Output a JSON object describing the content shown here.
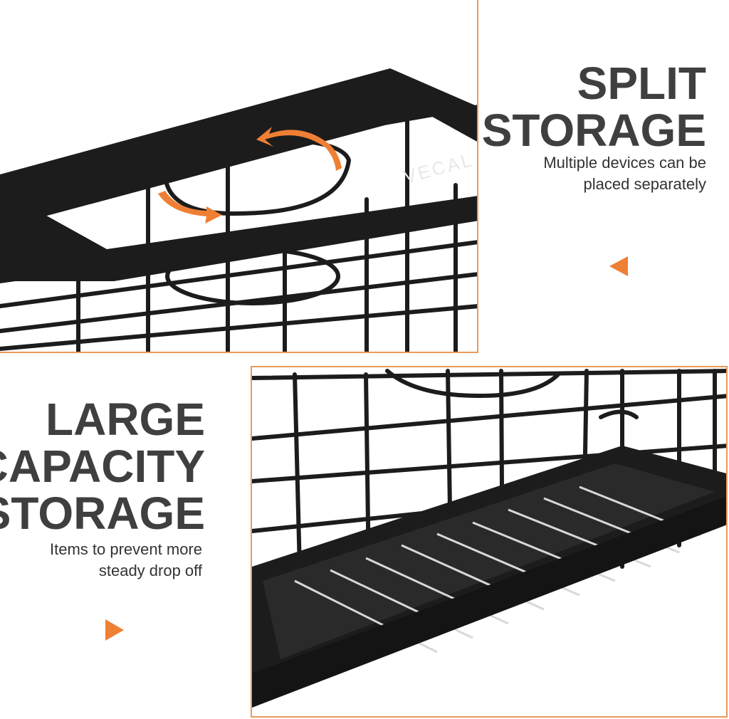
{
  "sections": [
    {
      "heading_lines": [
        "SPLIT",
        "STORAGE"
      ],
      "description_lines": [
        "Multiple devices can be",
        "placed separately"
      ],
      "brand_mark": "VECAL",
      "arrow_icon": "curved-rotate-arrows-icon",
      "pointer_icon": "triangle-left-icon"
    },
    {
      "heading_lines": [
        "LARGE",
        "CAPACITY",
        "STORAGE"
      ],
      "description_lines": [
        "Items to prevent more",
        "steady drop off"
      ],
      "pointer_icon": "triangle-right-icon"
    }
  ],
  "colors": {
    "accent": "#ef7f34",
    "panel_border": "#e89a5b",
    "heading": "#3f3f3f",
    "wire": "#1c1c1c"
  }
}
